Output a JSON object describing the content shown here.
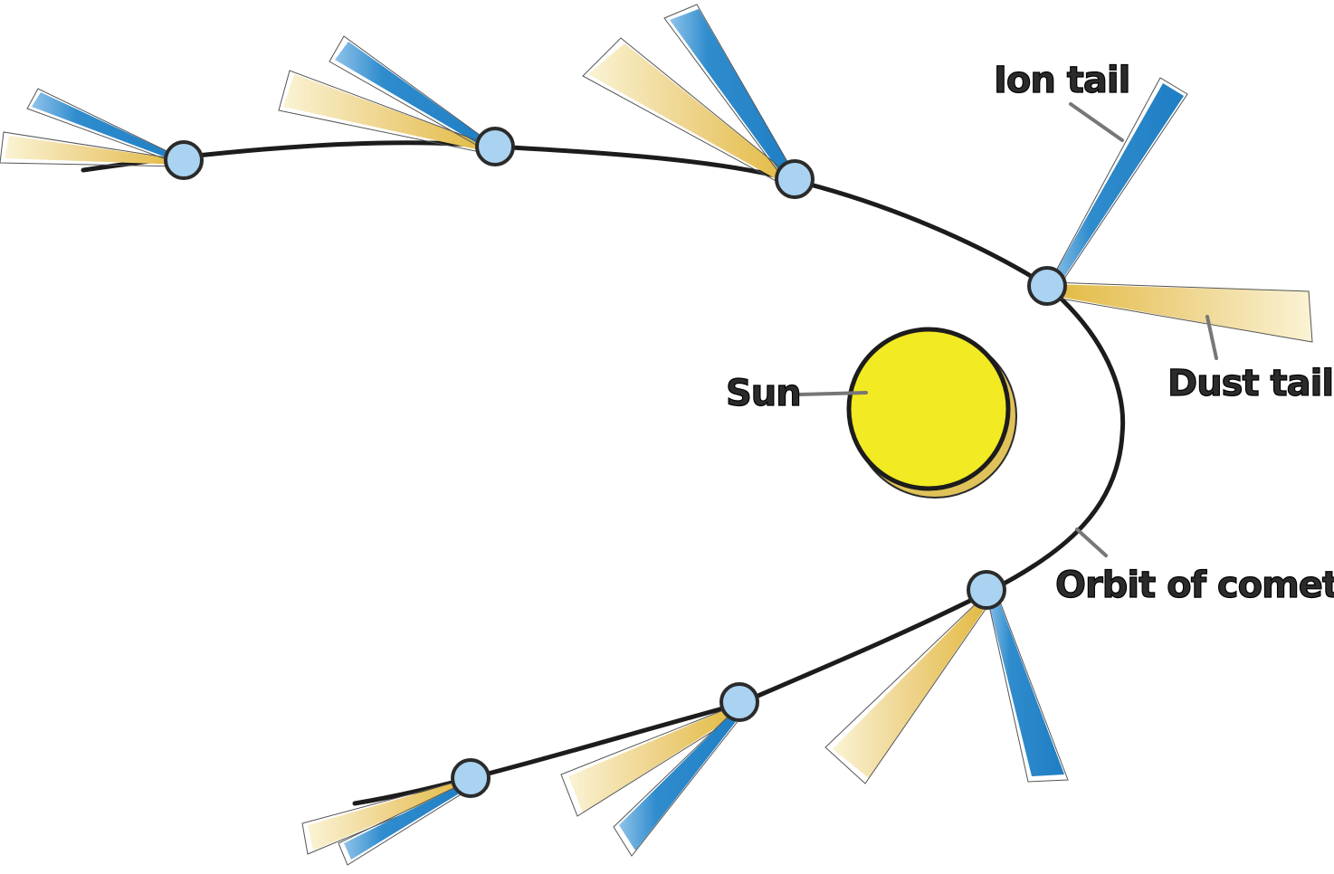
{
  "labels": {
    "ion_tail": "Ion tail",
    "dust_tail": "Dust tail",
    "sun": "Sun",
    "orbit": "Orbit of comet"
  },
  "colors": {
    "sun_fill": "#f2ea22",
    "sun_shadow": "#e0c25a",
    "comet_head": "#a9d3f0",
    "ion_tail": "#2a86c8",
    "ion_tail_light": "#8cc0e6",
    "dust_tail": "#e6c25a",
    "dust_tail_light": "#f7efc8",
    "orbit": "#1c1c1c"
  }
}
